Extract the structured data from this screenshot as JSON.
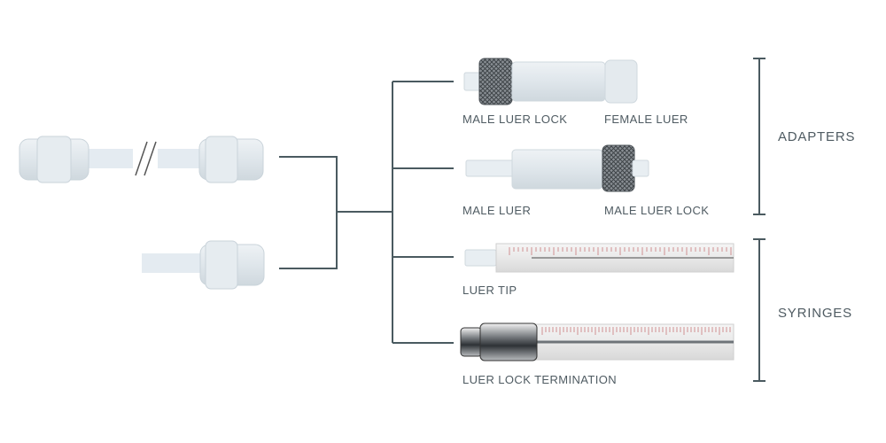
{
  "labels": {
    "male_luer_lock_1": "MALE LUER LOCK",
    "female_luer": "FEMALE LUER",
    "male_luer": "MALE LUER",
    "male_luer_lock_2": "MALE LUER LOCK",
    "luer_tip": "LUER TIP",
    "luer_lock_termination": "LUER LOCK TERMINATION"
  },
  "categories": {
    "adapters": "ADAPTERS",
    "syringes": "SYRINGES"
  },
  "colors": {
    "line": "#4a5a60",
    "label": "#4f5b62",
    "plastic": "#e3e9ee",
    "tube": "#dde6ee",
    "metal": "#7d8388",
    "barrel_scale": "#c8787a"
  }
}
